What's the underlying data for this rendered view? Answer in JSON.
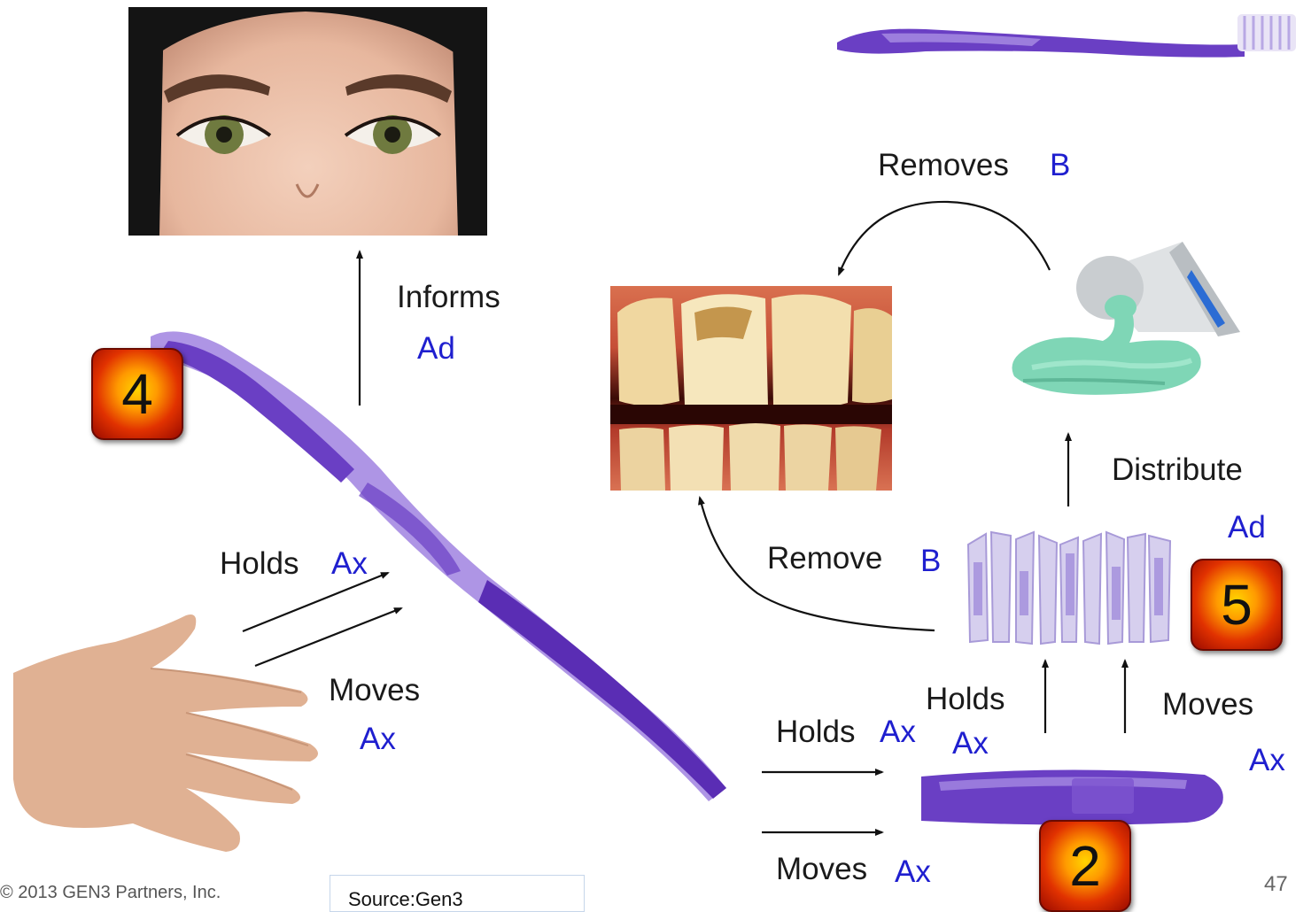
{
  "labels": {
    "informs": "Informs",
    "informs_code": "Ad",
    "holds_left": "Holds",
    "holds_left_code": "Ax",
    "moves_left": "Moves",
    "moves_left_code": "Ax",
    "removes": "Removes",
    "removes_code": "B",
    "distribute": "Distribute",
    "distribute_code": "Ad",
    "remove": "Remove",
    "remove_code": "B",
    "holds_mid": "Holds",
    "holds_mid_code": "Ax",
    "holds_bristles": "Holds",
    "holds_bristles_code": "Ax",
    "moves_bristles": "Moves",
    "moves_bristles_code": "Ax",
    "moves_bottom": "Moves",
    "moves_bottom_code": "Ax"
  },
  "badges": {
    "brush": "4",
    "bristles": "5",
    "head": "2"
  },
  "footer": {
    "copyright": "© 2013 GEN3 Partners, Inc.",
    "source": "Source:Gen3",
    "page": "47"
  },
  "colors": {
    "label": "#1a1a1a",
    "code": "#1f1fcf",
    "toothbrush": "#6a3fc4",
    "toothbrush_light": "#a58ae2",
    "paste": "#7fd6b6",
    "badge": "#e13200"
  },
  "images": [
    "eyes-photo",
    "toothbrush-photo",
    "teeth-photo",
    "toothpaste-photo",
    "hand-photo",
    "toothbrush-handle-photo",
    "bristles-photo",
    "toothbrush-head-photo"
  ]
}
